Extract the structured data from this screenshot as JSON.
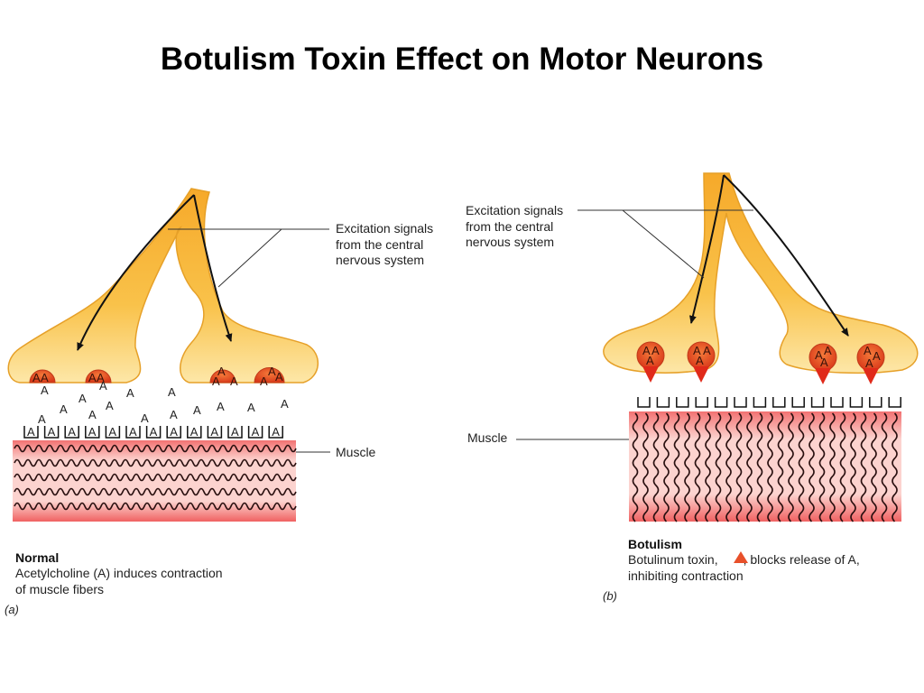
{
  "title": "Botulism Toxin Effect on Motor Neurons",
  "acetylcholine_symbol": "A",
  "panel_a": {
    "letter": "(a)",
    "signal_label": [
      "Excitation signals",
      "from the central",
      "nervous system"
    ],
    "muscle_label": "Muscle",
    "caption_title": "Normal",
    "caption_lines": [
      "Acetylcholine (A) induces contraction",
      "of muscle fibers"
    ]
  },
  "panel_b": {
    "letter": "(b)",
    "signal_label": [
      "Excitation signals",
      "from the central",
      "nervous system"
    ],
    "muscle_label": "Muscle",
    "caption_title": "Botulism",
    "caption_line1_before": "Botulinum toxin,",
    "caption_line1_after": ", blocks release of A,",
    "caption_line2": "inhibiting contraction"
  },
  "colors": {
    "neuron_fill": "#f9c24a",
    "neuron_edge": "#e8a22a",
    "vesicle": "#e8502a",
    "toxin": "#e02a1a",
    "muscle_light": "#fbd6d2",
    "muscle_dark": "#f07070"
  }
}
